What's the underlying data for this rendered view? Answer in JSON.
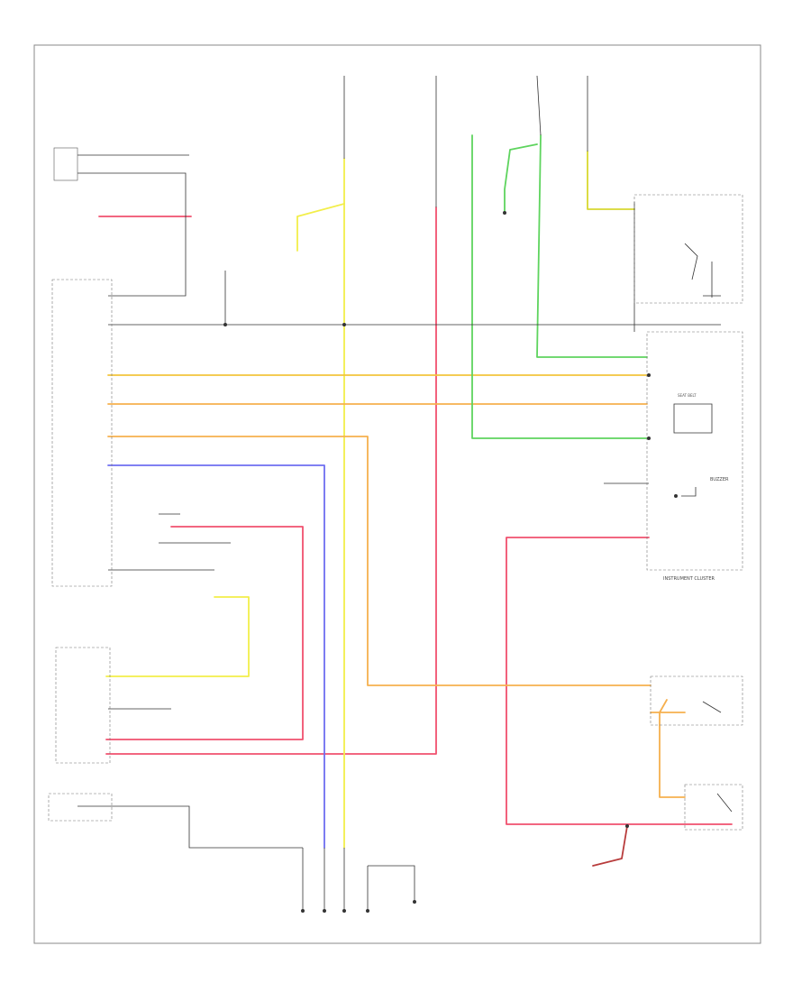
{
  "diagram": {
    "footer_id": "",
    "labels": {
      "hot_top_1": "",
      "hot_top_2": "",
      "hot_top_3": "",
      "hot_top_4": "",
      "lock_switch_top": "",
      "module_1": "",
      "module_2": "",
      "instrument_cluster": "INSTRUMENT CLUSTER",
      "buzzer": "BUZZER",
      "seat_belt": "SEAT BELT",
      "combination_switch": "",
      "lamp_switch": "",
      "seat_switch": "",
      "bottom_connector": "",
      "ground_module": ""
    }
  },
  "colors": {
    "red": "#f0506e",
    "yellow": "#f2ee4a",
    "green": "#5ed45e",
    "orange": "#f6b04e",
    "gold": "#f2c43c",
    "blue": "#6e6ef0",
    "dark_red": "#b83c3c",
    "dark_yellow": "#d8d830"
  }
}
